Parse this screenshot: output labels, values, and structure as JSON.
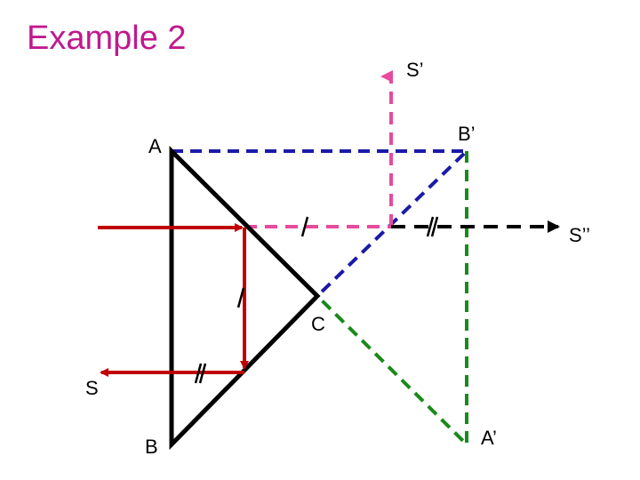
{
  "title": "Example 2",
  "labels": {
    "A": "A",
    "B": "B",
    "C": "C",
    "S": "S",
    "A_prime": "A’",
    "B_prime": "B’",
    "S_prime": "S’",
    "S_double_prime": "S’’"
  },
  "colors": {
    "title": "#c0198f",
    "prism": "#000000",
    "real_ray": "#c00000",
    "image_ray_pink": "#e84a9c",
    "mirror_image_blue": "#1a1aa8",
    "mirror_image_green": "#1a8a1a",
    "image_ray_black": "#000000"
  }
}
